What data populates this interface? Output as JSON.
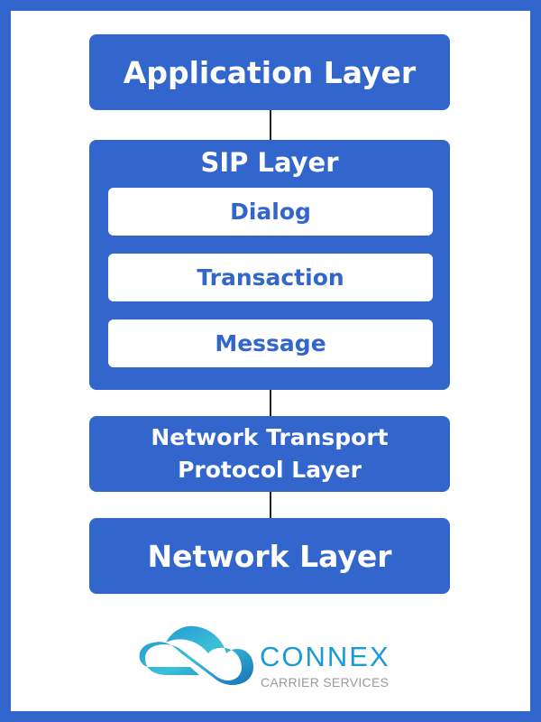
{
  "layers": {
    "application": "Application Layer",
    "sip": {
      "title": "SIP Layer",
      "items": [
        "Dialog",
        "Transaction",
        "Message"
      ]
    },
    "transport": {
      "line1": "Network Transport",
      "line2": "Protocol Layer"
    },
    "network": "Network Layer"
  },
  "logo": {
    "brand": "CONNEX",
    "tagline": "CARRIER SERVICES"
  },
  "colors": {
    "primary": "#3366cc",
    "logo": "#1a9ad6"
  }
}
